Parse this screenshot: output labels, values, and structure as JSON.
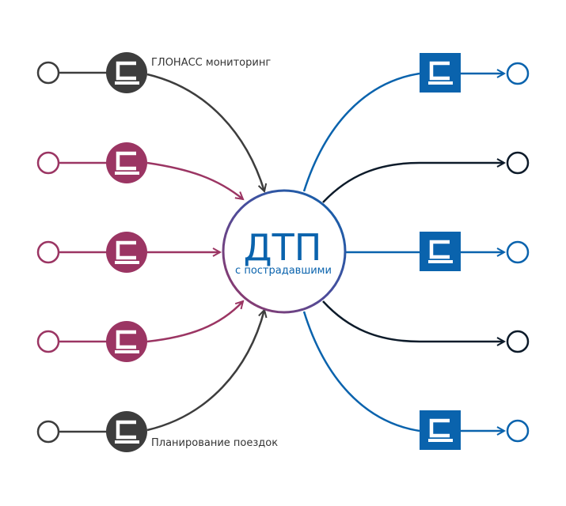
{
  "center": {
    "title": "ДТП",
    "subtitle": "с пострадавшими"
  },
  "labels": {
    "top_input": "ГЛОНАСС мониторинг",
    "bottom_input": "Планирование поездок"
  },
  "colors": {
    "dark": "#3d3d3d",
    "plum": "#9b3563",
    "blue": "#0a63ad",
    "navy": "#0d1b2a",
    "text": "#333333"
  },
  "icons": {
    "input_node": "sigma-badge-icon",
    "output_node": "sigma-square-icon"
  }
}
